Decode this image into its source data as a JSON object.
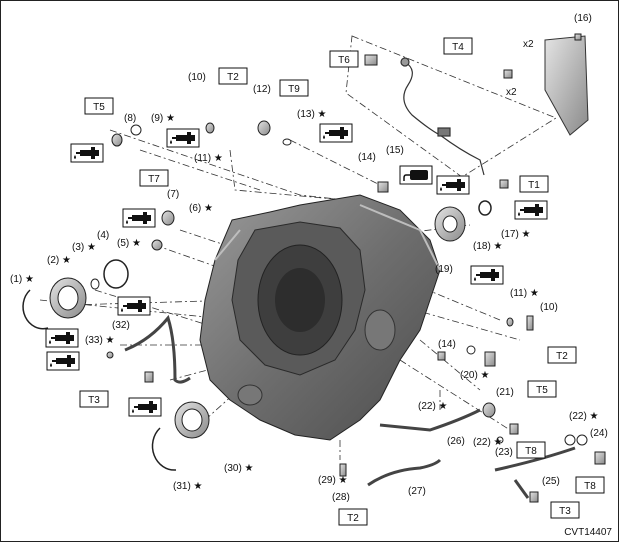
{
  "diagram_code": "CVT14407",
  "star": "★",
  "callouts": [
    {
      "id": "c1",
      "text": "(1)"
    },
    {
      "id": "c2",
      "text": "(2)"
    },
    {
      "id": "c3",
      "text": "(3)"
    },
    {
      "id": "c4",
      "text": "(4)"
    },
    {
      "id": "c5",
      "text": "(5)"
    },
    {
      "id": "c6",
      "text": "(6)"
    },
    {
      "id": "c7",
      "text": "(7)"
    },
    {
      "id": "c8",
      "text": "(8)"
    },
    {
      "id": "c9",
      "text": "(9)"
    },
    {
      "id": "c10a",
      "text": "(10)"
    },
    {
      "id": "c10b",
      "text": "(10)"
    },
    {
      "id": "c11a",
      "text": "(11)"
    },
    {
      "id": "c11b",
      "text": "(11)"
    },
    {
      "id": "c12",
      "text": "(12)"
    },
    {
      "id": "c13",
      "text": "(13)"
    },
    {
      "id": "c14a",
      "text": "(14)"
    },
    {
      "id": "c14b",
      "text": "(14)"
    },
    {
      "id": "c15",
      "text": "(15)"
    },
    {
      "id": "c16",
      "text": "(16)"
    },
    {
      "id": "c17",
      "text": "(17)"
    },
    {
      "id": "c18",
      "text": "(18)"
    },
    {
      "id": "c19",
      "text": "(19)"
    },
    {
      "id": "c20",
      "text": "(20)"
    },
    {
      "id": "c21",
      "text": "(21)"
    },
    {
      "id": "c22a",
      "text": "(22)"
    },
    {
      "id": "c22b",
      "text": "(22)"
    },
    {
      "id": "c22c",
      "text": "(22)"
    },
    {
      "id": "c23",
      "text": "(23)"
    },
    {
      "id": "c24",
      "text": "(24)"
    },
    {
      "id": "c25",
      "text": "(25)"
    },
    {
      "id": "c26",
      "text": "(26)"
    },
    {
      "id": "c27",
      "text": "(27)"
    },
    {
      "id": "c28",
      "text": "(28)"
    },
    {
      "id": "c29",
      "text": "(29)"
    },
    {
      "id": "c30",
      "text": "(30)"
    },
    {
      "id": "c31",
      "text": "(31)"
    },
    {
      "id": "c32",
      "text": "(32)"
    },
    {
      "id": "c33",
      "text": "(33)"
    }
  ],
  "torque_tags": [
    {
      "id": "t6",
      "text": "T6"
    },
    {
      "id": "t4",
      "text": "T4"
    },
    {
      "id": "t2a",
      "text": "T2"
    },
    {
      "id": "t9",
      "text": "T9"
    },
    {
      "id": "t5a",
      "text": "T5"
    },
    {
      "id": "t7",
      "text": "T7"
    },
    {
      "id": "t1",
      "text": "T1"
    },
    {
      "id": "t2b",
      "text": "T2"
    },
    {
      "id": "t5b",
      "text": "T5"
    },
    {
      "id": "t3a",
      "text": "T3"
    },
    {
      "id": "t8a",
      "text": "T8"
    },
    {
      "id": "t8b",
      "text": "T8"
    },
    {
      "id": "t3b",
      "text": "T3"
    },
    {
      "id": "t2c",
      "text": "T2"
    }
  ],
  "multipliers": [
    {
      "id": "x2a",
      "text": "x2"
    },
    {
      "id": "x2b",
      "text": "x2"
    }
  ],
  "icons": {
    "fluid": "fluid-application-icon",
    "sealant": "sealant-application-icon"
  }
}
